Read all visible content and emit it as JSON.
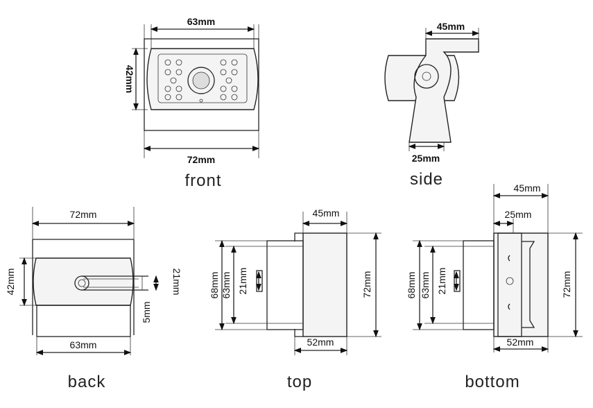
{
  "views": {
    "front": {
      "caption": "front",
      "width_top": "63mm",
      "height": "42mm",
      "width_bottom": "72mm"
    },
    "side": {
      "caption": "side",
      "top": "45mm",
      "bottom": "25mm"
    },
    "back": {
      "caption": "back",
      "width_top": "72mm",
      "height": "42mm",
      "slot": "21mm",
      "offset": "5mm",
      "width_bottom": "63mm"
    },
    "top": {
      "caption": "top",
      "depth": "45mm",
      "h68": "68mm",
      "h63": "63mm",
      "h21": "21mm",
      "h72": "72mm",
      "base": "52mm"
    },
    "bottom": {
      "caption": "bottom",
      "depth": "45mm",
      "flange": "25mm",
      "h68": "68mm",
      "h63": "63mm",
      "h21": "21mm",
      "h72": "72mm",
      "base": "52mm"
    }
  }
}
